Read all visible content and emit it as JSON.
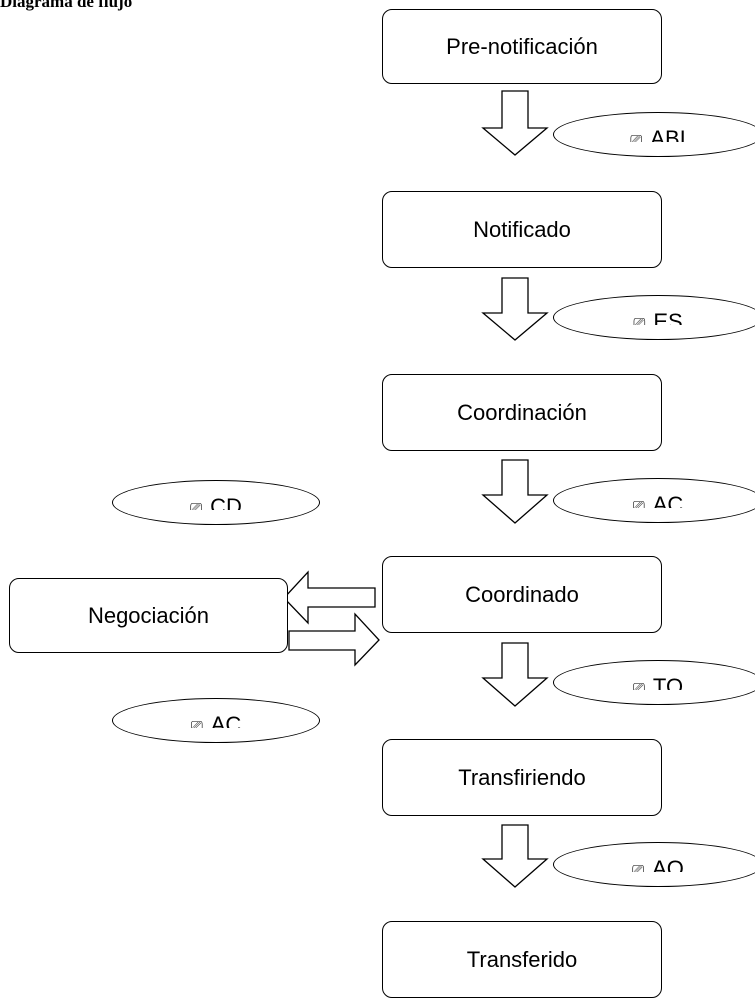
{
  "heading": "Diagrama de flujo",
  "states": {
    "prenotificacion": "Pre-notificación",
    "notificado": "Notificado",
    "coordinacion": "Coordinación",
    "coordinado": "Coordinado",
    "negociacion": "Negociación",
    "transfiriendo": "Transfiriendo",
    "transferido": "Transferido"
  },
  "messages": {
    "icon": "⎚",
    "abi": "ABI",
    "es": "ES",
    "ac_main": "AC",
    "cd": "CD",
    "ac_neg": "AC",
    "to": "TO",
    "ao": "AO"
  }
}
